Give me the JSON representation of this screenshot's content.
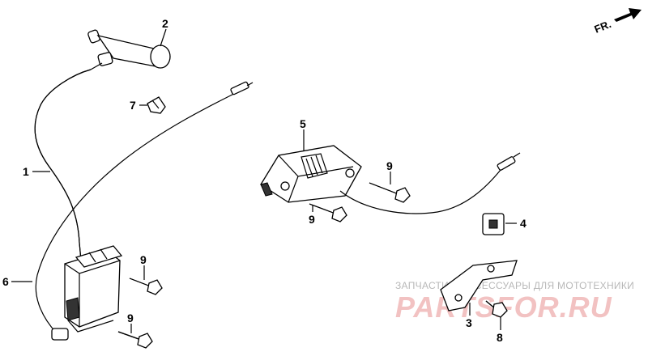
{
  "direction_marker": {
    "label": "FR."
  },
  "callouts": [
    {
      "id": "part-1-label",
      "text": "1"
    },
    {
      "id": "part-2-label",
      "text": "2"
    },
    {
      "id": "part-3-label",
      "text": "3"
    },
    {
      "id": "part-4-label",
      "text": "4"
    },
    {
      "id": "part-5-label",
      "text": "5"
    },
    {
      "id": "part-6-label",
      "text": "6"
    },
    {
      "id": "part-7-label",
      "text": "7"
    },
    {
      "id": "part-8-label",
      "text": "8"
    },
    {
      "id": "part-9a-label",
      "text": "9"
    },
    {
      "id": "part-9b-label",
      "text": "9"
    },
    {
      "id": "part-9c-label",
      "text": "9"
    },
    {
      "id": "part-9d-label",
      "text": "9"
    }
  ],
  "watermark": {
    "caption": "ЗАПЧАСТИ И АКСЕССУАРЫ ДЛЯ МОТОТЕХНИКИ",
    "logo": "PARTSFOR.RU"
  }
}
